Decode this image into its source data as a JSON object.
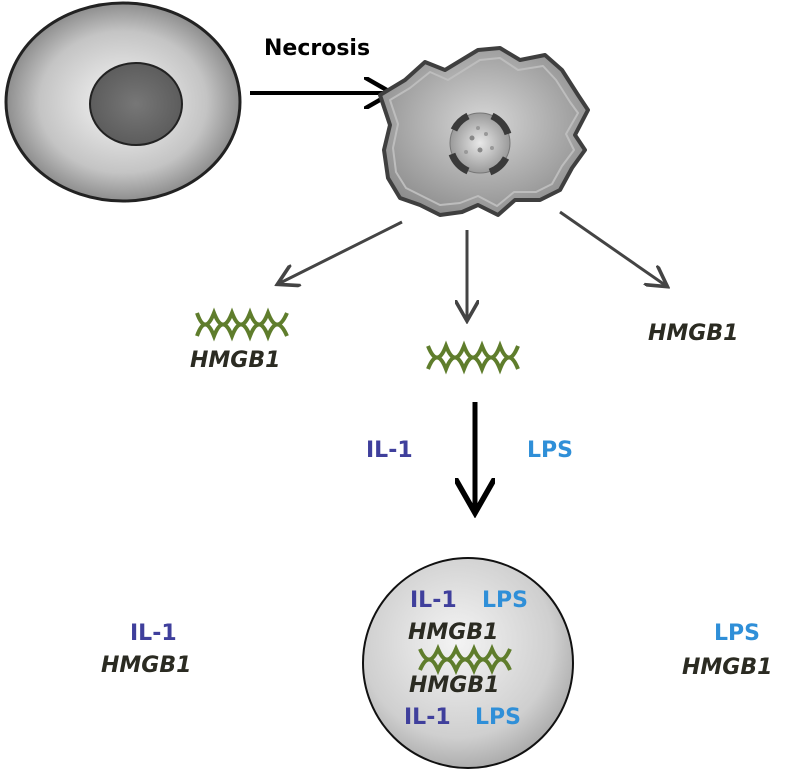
{
  "labels": {
    "necrosis": "Necrosis",
    "hmgb1_left": "HMGB1",
    "hmgb1_right": "HMGB1",
    "il1_mid": "IL-1",
    "lps_mid": "LPS",
    "il1_bottom_left": "IL-1",
    "hmgb1_bottom_left": "HMGB1",
    "lps_bottom_right": "LPS",
    "hmgb1_bottom_right": "HMGB1",
    "circle_il1_top": "IL-1",
    "circle_lps_top": "LPS",
    "circle_hmgb1_upper": "HMGB1",
    "circle_hmgb1_lower": "HMGB1",
    "circle_il1_bottom": "IL-1",
    "circle_lps_bottom": "LPS"
  },
  "colors": {
    "il1": "#3f3f9c",
    "lps": "#2f8fd8",
    "hmgb1": "#2b2b22",
    "dna": "#5f7d2c",
    "arrow": "#444444"
  },
  "icons": [
    "healthy-cell-icon",
    "necrotic-cell-icon",
    "dna-helix-icon"
  ]
}
